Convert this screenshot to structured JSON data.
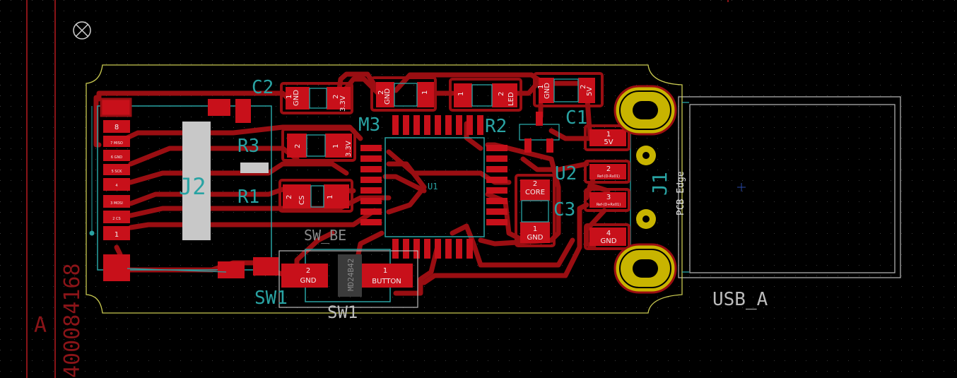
{
  "sheet": {
    "zone_letter": "A",
    "rotated_number": "400084168"
  },
  "refs": {
    "c2": "C2",
    "m3": "M3",
    "r3": "R3",
    "r1": "R1",
    "r2": "R2",
    "c1": "C1",
    "u2": "U2",
    "c3": "C3",
    "j2": "J2",
    "j1": "J1",
    "sw1_a": "SW1",
    "sw1_b": "SW1",
    "sw_label": "SW_BE",
    "usb_a": "USB_A",
    "u1": "U1",
    "sw_part": "MD24B42"
  },
  "pcb_edge": "PCB Edge",
  "pads": {
    "c2_1": "GND",
    "c2_2": "3.3V",
    "m3_2": "GND",
    "r2_2": "LED",
    "c1_1": "GND",
    "c1_2": "5V",
    "r3_2": "",
    "r3_1": "3.3V",
    "r1_2": "CS",
    "c3_2": "CORE",
    "c3_1": "GND",
    "j1_1": "5V",
    "j1_2": "Ref-(D-Rx01)",
    "j1_3": "Ref-(D+Rx01)",
    "j1_4": "GND",
    "sw_2": "GND",
    "sw_1": "BUTTON"
  },
  "pad_numbers": {
    "one": "1",
    "two": "2",
    "three": "3",
    "four": "4",
    "five": "5",
    "six": "6",
    "seven": "7",
    "eight": "8"
  },
  "j2_pins": [
    "8",
    "7 MISO",
    "6 GND",
    "5 SCK",
    "4",
    "3 MOSI",
    "2 CS",
    "1"
  ],
  "colors": {
    "copper": "#9a0e12",
    "pad": "#c8101a",
    "silk_ref": "#29a3a3",
    "edge": "#c8c850",
    "gold": "#c8b400",
    "fab": "#c8c8c8"
  }
}
